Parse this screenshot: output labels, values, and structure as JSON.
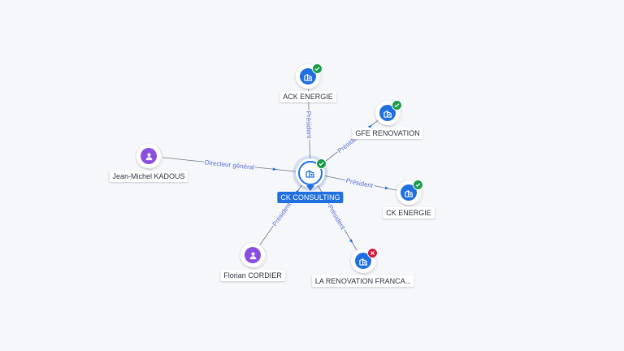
{
  "colors": {
    "company": "#1f6fe0",
    "person": "#8a4fe0",
    "status_active": "#1a9c4a",
    "status_closed": "#d1183b",
    "edge": "#6d7684",
    "edge_label": "#5a6fd1"
  },
  "center": {
    "label": "CK CONSULTING",
    "icon": "company-icon",
    "status": "active"
  },
  "nodes": [
    {
      "id": "ack",
      "label": "ACK ENERGIE",
      "kind": "company",
      "icon": "company-icon",
      "status": "active"
    },
    {
      "id": "gfe",
      "label": "GFE RENOVATION",
      "kind": "company",
      "icon": "company-icon",
      "status": "active"
    },
    {
      "id": "ck",
      "label": "CK ENERGIE",
      "kind": "company",
      "icon": "company-icon",
      "status": "active"
    },
    {
      "id": "reno",
      "label": "LA RENOVATION FRANCA...",
      "kind": "company",
      "icon": "company-icon",
      "status": "closed"
    },
    {
      "id": "florian",
      "label": "Florian CORDIER",
      "kind": "person",
      "icon": "person-icon",
      "status": ""
    },
    {
      "id": "jm",
      "label": "Jean-Michel KADOUS",
      "kind": "person",
      "icon": "person-icon",
      "status": ""
    }
  ],
  "edges": [
    {
      "from": "center",
      "to": "ack",
      "label": "Président"
    },
    {
      "from": "center",
      "to": "gfe",
      "label": "Président"
    },
    {
      "from": "center",
      "to": "ck",
      "label": "Président"
    },
    {
      "from": "center",
      "to": "reno",
      "label": "Président"
    },
    {
      "from": "florian",
      "to": "center",
      "label": "Président"
    },
    {
      "from": "jm",
      "to": "center",
      "label": "Directeur général"
    }
  ]
}
